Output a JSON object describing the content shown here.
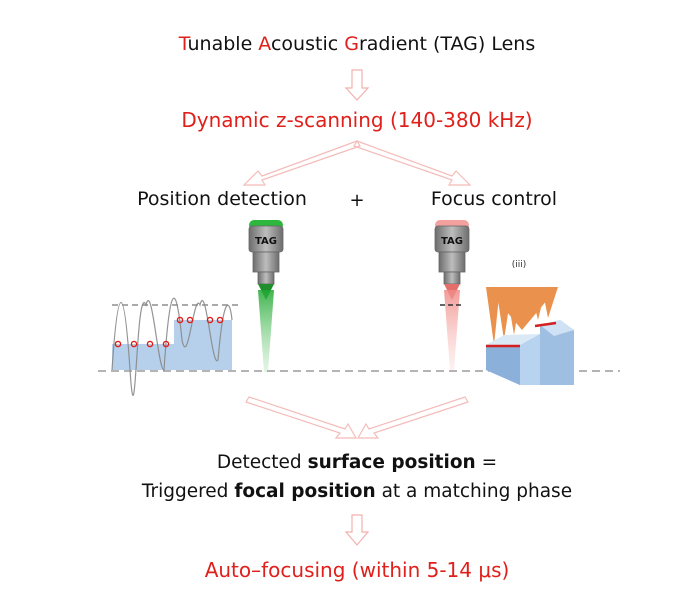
{
  "title": {
    "T": "T",
    "unable": "unable ",
    "A": "A",
    "coustic": "coustic ",
    "G": "G",
    "radient": "radient (TAG) Lens"
  },
  "scanning_label": "Dynamic z-scanning (140-380 kHz)",
  "left_label": "Position detection",
  "plus": "+",
  "right_label": "Focus control",
  "lens_label_left": "TAG",
  "lens_label_right": "TAG",
  "panel_tag": "(iii)",
  "result_line1": {
    "pre": "Detected ",
    "bold": "surface position",
    "post": " ="
  },
  "result_line2": {
    "pre": "Triggered ",
    "bold": "focal position",
    "post": " at a matching phase"
  },
  "outcome": "Auto–focusing (within 5-14 μs)",
  "colors": {
    "accent_red": "#e0201b",
    "green_beam": "#2db83d",
    "orange_cones": "#e8873a",
    "surface_blue": "#a9c8e8",
    "lens_grey": "#8c8c8c"
  }
}
